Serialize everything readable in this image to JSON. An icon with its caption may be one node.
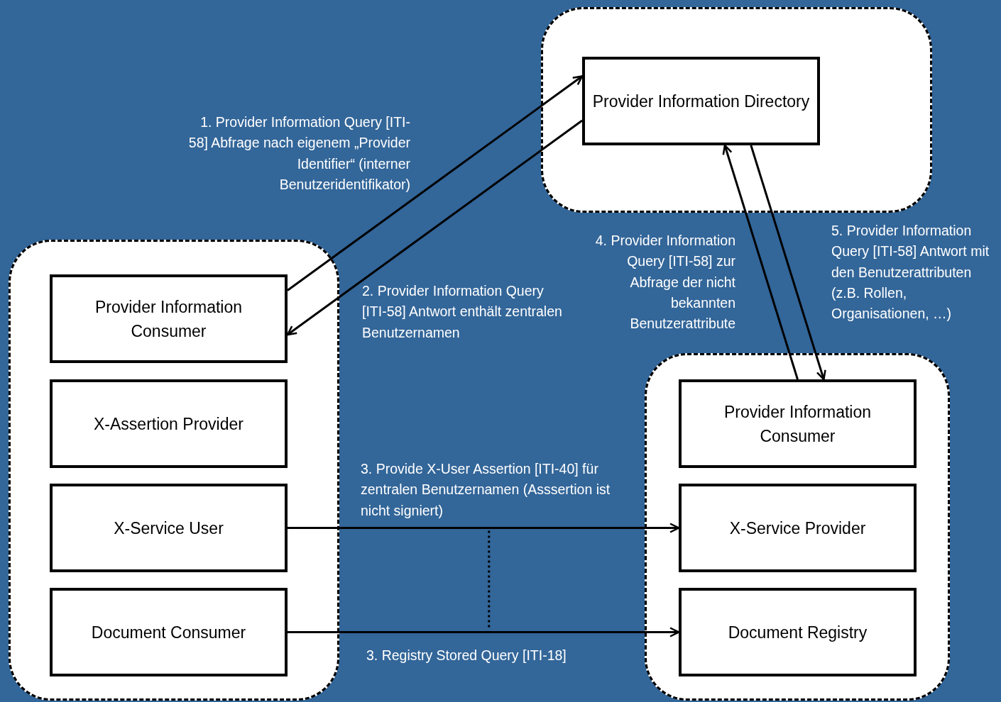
{
  "diagram": {
    "nodes": [
      {
        "text": [],
        "shape": "box"
      },
      {
        "text": [
          "Provider Information Directory"
        ],
        "in": 0
      },
      {
        "text": [],
        "shape": "box"
      },
      {
        "text": [
          "Provider Information Consumer"
        ],
        "in": 2
      },
      {
        "text": [
          "X-Assertion Provider"
        ],
        "in": 2
      },
      {
        "text": [
          "X-Service User"
        ],
        "in": 2
      },
      {
        "text": [
          "Document Consumer"
        ],
        "in": 2
      },
      {
        "text": [],
        "shape": "box"
      },
      {
        "text": [
          "Provider Information Consumer"
        ],
        "in": 7
      },
      {
        "text": [
          "X-Service Provider"
        ],
        "in": 7
      },
      {
        "text": [
          "Document Registry"
        ],
        "in": 7
      }
    ],
    "edges": [
      {
        "from": 3,
        "to": 1,
        "arrow": "to",
        "label": "1. Provider Information Query [ITI-58] Abfrage nach eigenem „Provider Identifier“ (interner Benutzeridentifikator)"
      },
      {
        "from": 1,
        "to": 3,
        "arrow": "to",
        "label": "2. Provider Information Query [ITI-58] Antwort enthält zentralen Benutzernamen"
      },
      {
        "from": 8,
        "to": 1,
        "arrow": "to",
        "label": "4. Provider Information Query [ITI-58] zur Abfrage der nicht bekannten Benutzerattribute"
      },
      {
        "from": 1,
        "to": 8,
        "arrow": "to",
        "label": "5. Provider Information Query [ITI-58] Antwort mit den Benutzerattributen (z.B. Rollen, Organisationen, …)"
      },
      {
        "from": 5,
        "to": 9,
        "arrow": "to",
        "label": "3. Provide X-User Assertion [ITI-40] für zentralen Benutzernamen (Asssertion ist nicht signiert)"
      },
      {
        "from": 6,
        "to": 10,
        "arrow": "to",
        "label": "3. Registry Stored Query [ITI-18]"
      }
    ]
  }
}
